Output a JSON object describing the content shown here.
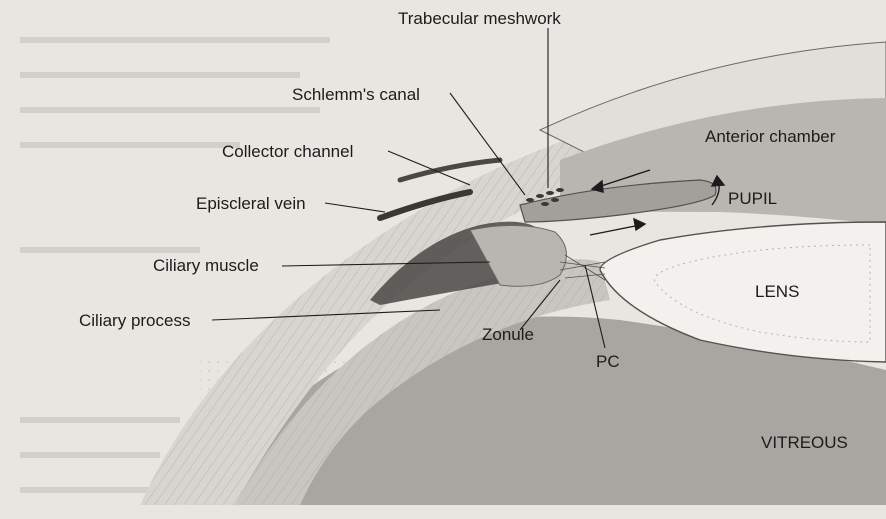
{
  "labels": {
    "trabecular_meshwork": "Trabecular meshwork",
    "schlemms_canal": "Schlemm's canal",
    "collector_channel": "Collector channel",
    "episcleral_vein": "Episcleral vein",
    "ciliary_muscle": "Ciliary muscle",
    "ciliary_process": "Ciliary process",
    "zonule": "Zonule",
    "pc": "PC",
    "anterior_chamber": "Anterior chamber",
    "pupil": "PUPIL",
    "lens": "LENS",
    "vitreous": "VITREOUS"
  },
  "colors": {
    "page_background": "#e9e6e1",
    "tissue_gray": "#b9b6b1",
    "vitreous_gray": "#a9a6a2",
    "lens_white": "#f3f1ee",
    "muscle_dark": "#4a4744",
    "text": "#1c1c1c"
  }
}
